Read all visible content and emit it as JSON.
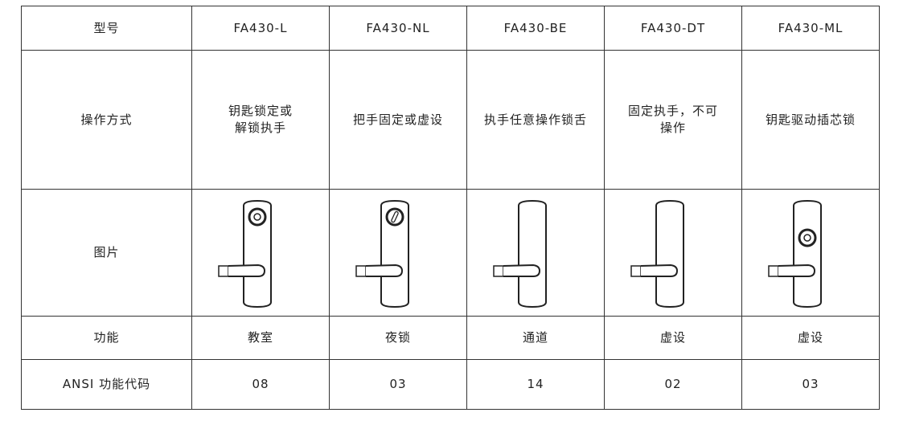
{
  "row_labels": {
    "model": "型号",
    "operation": "操作方式",
    "image": "图片",
    "function": "功能",
    "ansi": "ANSI 功能代码"
  },
  "models": [
    {
      "model": "FA430-L",
      "operation": "钥匙锁定或\n解锁执手",
      "lock_type": "cylinder-top",
      "function": "教室",
      "ansi": "08"
    },
    {
      "model": "FA430-NL",
      "operation": "把手固定或虚设",
      "lock_type": "thumbturn-top",
      "function": "夜锁",
      "ansi": "03"
    },
    {
      "model": "FA430-BE",
      "operation": "执手任意操作锁舌",
      "lock_type": "none",
      "function": "通道",
      "ansi": "14"
    },
    {
      "model": "FA430-DT",
      "operation": "固定执手，不可\n操作",
      "lock_type": "none",
      "function": "虚设",
      "ansi": "02"
    },
    {
      "model": "FA430-ML",
      "operation": "钥匙驱动插芯锁",
      "lock_type": "cylinder-middle",
      "function": "虚设",
      "ansi": "03"
    }
  ]
}
